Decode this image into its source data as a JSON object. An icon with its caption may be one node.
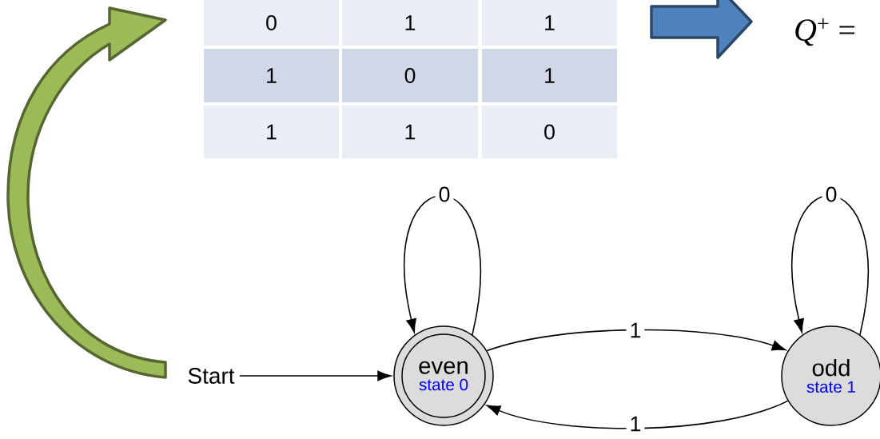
{
  "diagram": {
    "nodes": [
      {
        "text": [
          "Start"
        ]
      },
      {
        "text": [
          "even",
          "state 0"
        ]
      },
      {
        "text": [
          "odd",
          "state 1"
        ]
      },
      {
        "text": [
          "0",
          "1",
          "1",
          "1",
          "0",
          "1",
          "1",
          "1",
          "0"
        ]
      },
      {
        "text": [
          "*Q*$^{+}$ ="
        ]
      }
    ],
    "edges": [
      {
        "from": 0,
        "to": 1,
        "arrow": "to"
      },
      {
        "from": 1,
        "to": 1,
        "arrow": "to",
        "label": "0"
      },
      {
        "from": 1,
        "to": 2,
        "arrow": "to",
        "label": "1"
      },
      {
        "from": 2,
        "to": 1,
        "arrow": "to",
        "label": "1"
      },
      {
        "from": 2,
        "to": 2,
        "arrow": "to",
        "label": "0"
      },
      {
        "from": 0,
        "to": 3,
        "arrow": "to",
        "style": "thick",
        "color": "#9bbb59"
      },
      {
        "from": 3,
        "to": 4,
        "arrow": "to",
        "style": "thick",
        "color": "#4f81bd"
      }
    ]
  }
}
